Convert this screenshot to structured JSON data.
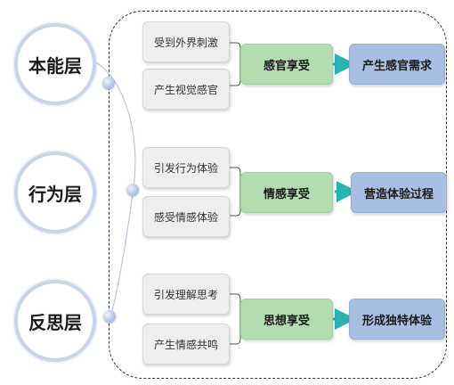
{
  "layers": [
    {
      "name": "本能层",
      "triggers": [
        "受到外界刺激",
        "产生视觉感官"
      ],
      "enjoyment": "感官享受",
      "result": "产生感官需求"
    },
    {
      "name": "行为层",
      "triggers": [
        "引发行为体验",
        "感受情感体验"
      ],
      "enjoyment": "情感享受",
      "result": "营造体验过程"
    },
    {
      "name": "反思层",
      "triggers": [
        "引发理解思考",
        "产生情感共鸣"
      ],
      "enjoyment": "思想享受",
      "result": "形成独特体验"
    }
  ],
  "colors": {
    "circle_border": "#c7d5e8",
    "gray_box": "#eeeeee",
    "green_box": "#b3dcb1",
    "blue_box": "#a9bfe2",
    "arrow": "#2bb3b0"
  }
}
